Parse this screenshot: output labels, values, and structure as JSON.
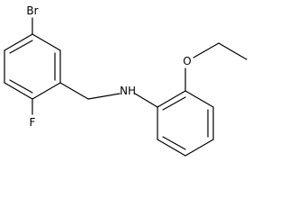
{
  "molecule": {
    "atoms": {
      "bromine": "Br",
      "fluorine": "F",
      "amine": "NH",
      "oxygen": "O"
    },
    "bond_color": "#000000",
    "background": "#ffffff"
  }
}
